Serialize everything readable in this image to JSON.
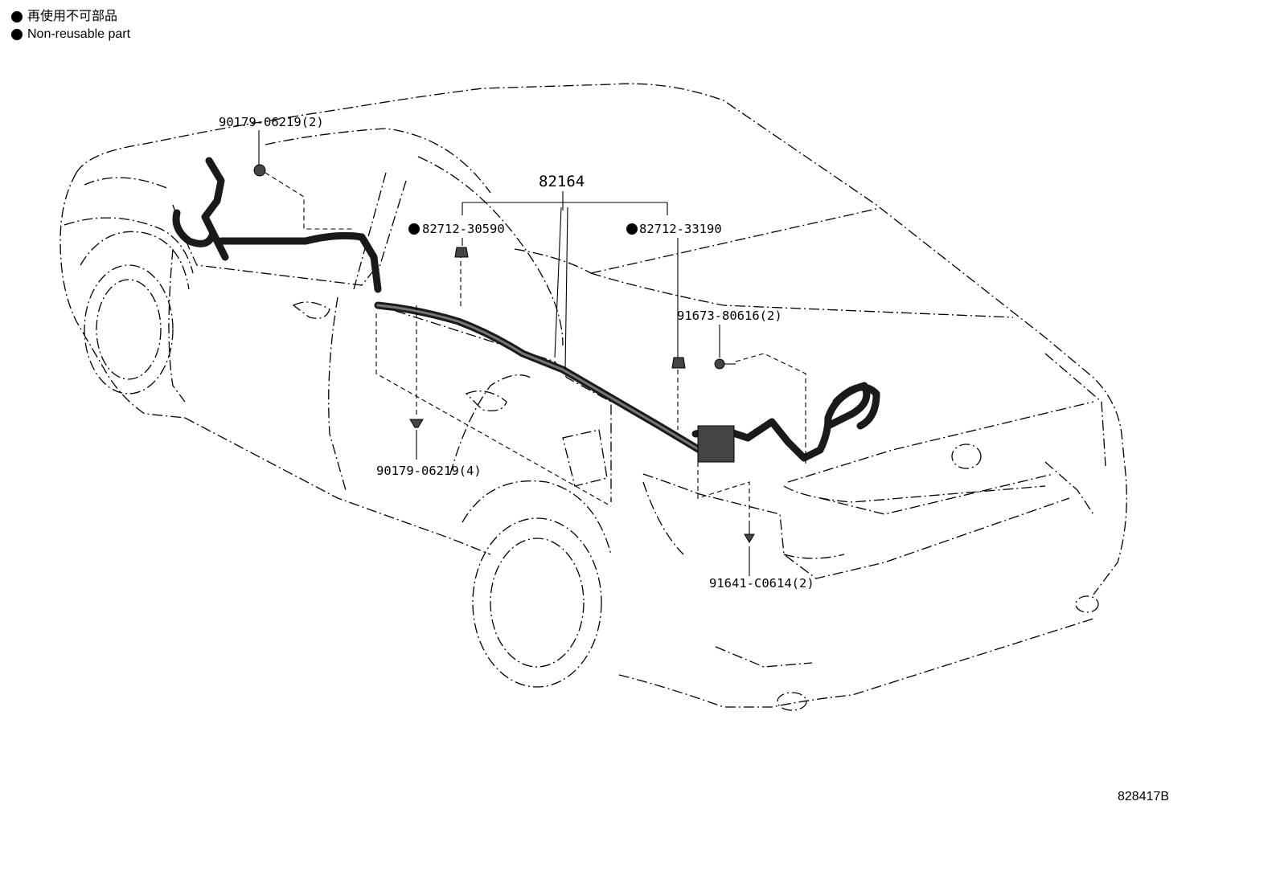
{
  "legend": {
    "japanese": "再使用不可部品",
    "english": "Non-reusable part"
  },
  "parts": {
    "main": "82164",
    "clip_a": "82712-30590",
    "clip_b": "82712-33190",
    "clip_front": "90179-06219(2)",
    "clip_side": "90179-06219(4)",
    "bolt": "91673-80616(2)",
    "screw": "91641-C0614(2)"
  },
  "diagram_code": "828417B"
}
